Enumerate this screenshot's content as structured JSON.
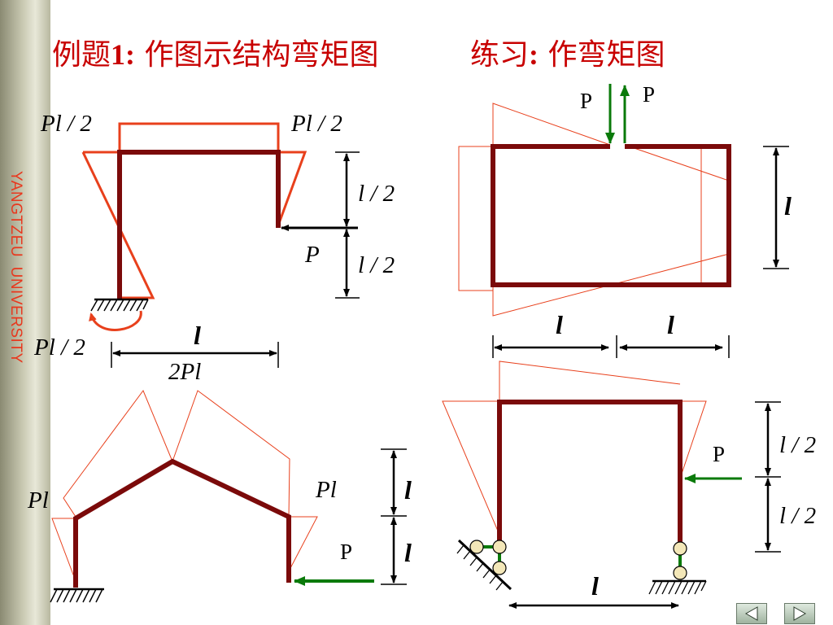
{
  "sidebar": {
    "text": "YANGTZEU  UNIVERSITY"
  },
  "titles": {
    "example_prefix": "例题",
    "example_num": "1:",
    "example_text": " 作图示结构弯矩图",
    "practice_prefix": "练习",
    "practice_colon": ":",
    "practice_text": " 作弯矩图"
  },
  "labels": {
    "pl_half": "Pl / 2",
    "two_pl": "2Pl",
    "pl": "Pl",
    "l_half": "l / 2",
    "l": "l",
    "P_italic": "P",
    "P": "P"
  },
  "colors": {
    "frame": "#7b0a0a",
    "moment": "#e8401c",
    "force": "#0a7a0a",
    "text_red": "#c80000"
  },
  "nav": {
    "prev_icon": "triangle-left-icon",
    "next_icon": "triangle-right-icon"
  }
}
